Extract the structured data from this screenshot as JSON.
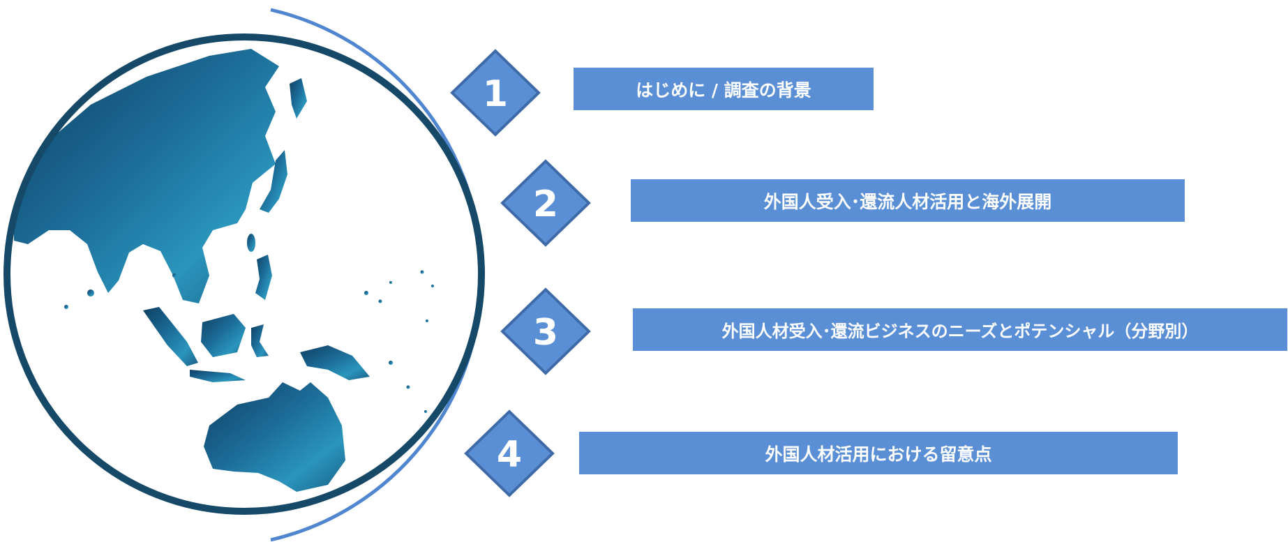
{
  "colors": {
    "accent_blue": "#5a8fd6",
    "arc_blue": "#4f86cf",
    "diamond_border": "#3f6aa8",
    "globe_rim": "#164868",
    "land_dark": "#0f3f62",
    "land_mid": "#1c6d99",
    "land_light": "#2a95bc"
  },
  "agenda": {
    "items": [
      {
        "number": "1",
        "label": "はじめに / 調査の背景"
      },
      {
        "number": "2",
        "label": "外国人受入･還流人材活用と海外展開"
      },
      {
        "number": "3",
        "label": "外国人材受入･還流ビジネスのニーズとポテンシャル（分野別）"
      },
      {
        "number": "4",
        "label": "外国人材活用における留意点"
      }
    ]
  }
}
